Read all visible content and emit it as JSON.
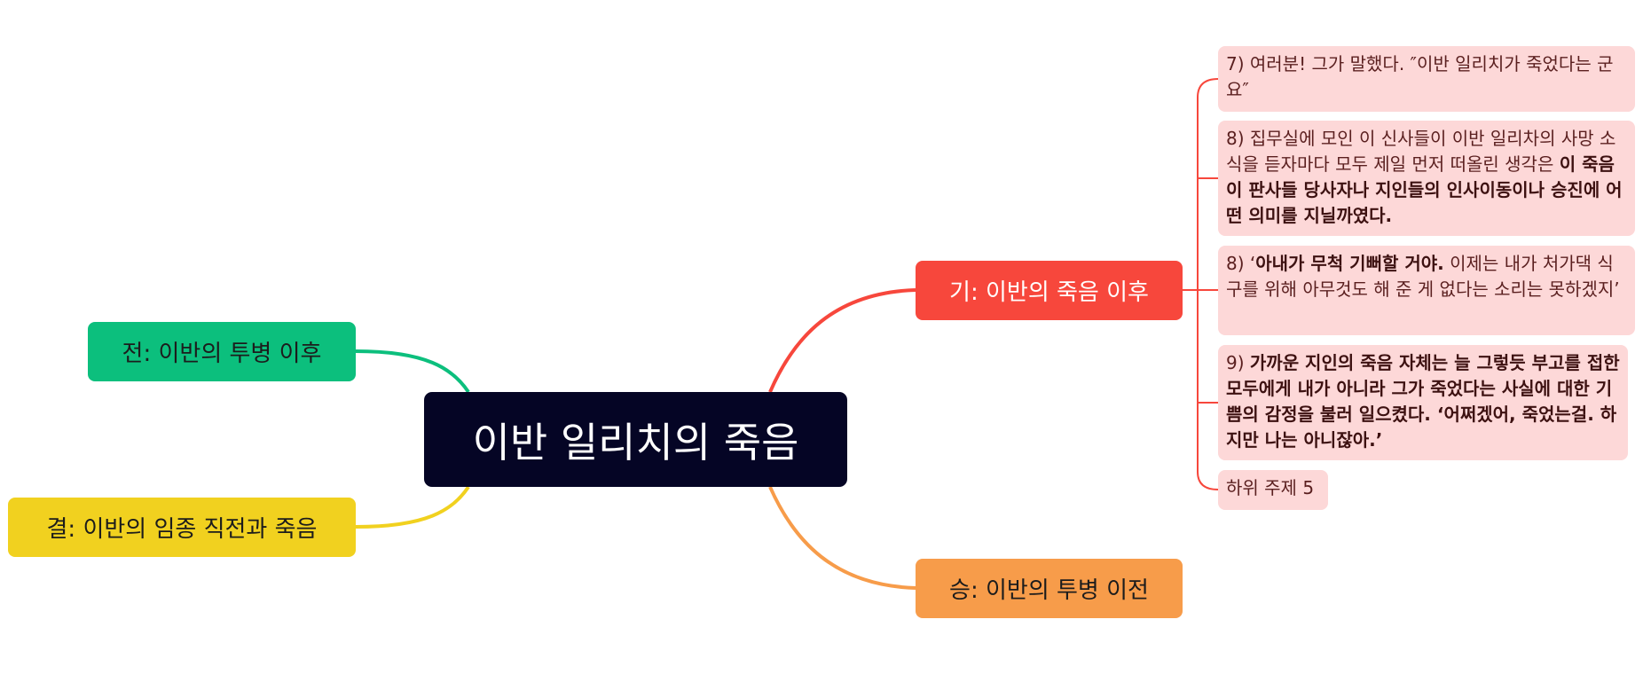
{
  "center": {
    "title": "이반 일리치의 죽음"
  },
  "branches": {
    "gi": "기: 이반의 죽음 이후",
    "seung": "승: 이반의 투병 이전",
    "jeon": "전: 이반의 투병 이후",
    "gyeol": "결: 이반의 임종 직전과 죽음"
  },
  "leaves": [
    {
      "text": "7) 여러분! 그가 말했다. ″이반 일리치가 죽었다는 군요″"
    },
    {
      "text": "8) 집무실에 모인 이 신사들이 이반 일리차의 사망 소식을 듣자마다 모두 제일 먼저 떠올린 생각은 ",
      "bold": "이 죽음이 판사들 당사자나 지인들의 인사이동이나 승진에 어떤 의미를 지닐까였다."
    },
    {
      "text": "8) ‘",
      "bold": "아내가 무척 기뻐할 거야.",
      "rest": " 이제는 내가 처가댁 식구를 위해 아무것도 해 준 게 없다는 소리는 못하겠지’"
    },
    {
      "text": "9) ",
      "bold": "가까운 지인의 죽음 자체는 늘 그렇듯 부고를 접한 모두에게 내가 아니라 그가 죽었다는 사실에 대한 기쁨의 감정을 불러 일으켰다. ‘어쩌겠어, 죽었는걸. 하지만 나는 아니잖아.’"
    },
    {
      "text": "하위 주제 5"
    }
  ],
  "colors": {
    "center": "#050525",
    "gi": "#f7473c",
    "seung": "#f79c4a",
    "jeon": "#0cbf7d",
    "gyeol": "#f1d11f",
    "leaf_bg": "#fdd8d8"
  }
}
